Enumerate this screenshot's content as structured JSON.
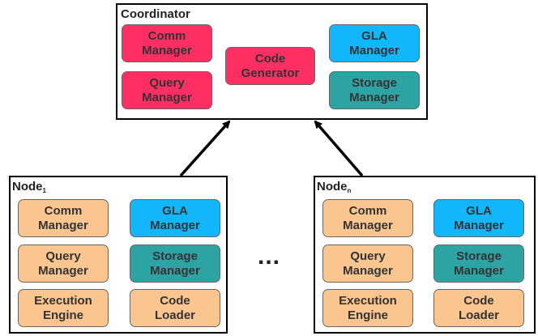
{
  "colors": {
    "red": "#ff2e63",
    "blue": "#11b6fb",
    "teal": "#2ea3a3",
    "orange": "#fbc590"
  },
  "coordinator": {
    "title": "Coordinator",
    "comm_manager": "Comm\nManager",
    "query_manager": "Query\nManager",
    "code_generator": "Code\nGenerator",
    "gla_manager": "GLA\nManager",
    "storage_manager": "Storage\nManager"
  },
  "node1": {
    "title": "Node",
    "subscript": "1",
    "comm_manager": "Comm\nManager",
    "gla_manager": "GLA\nManager",
    "query_manager": "Query\nManager",
    "storage_manager": "Storage\nManager",
    "execution_engine": "Execution\nEngine",
    "code_loader": "Code\nLoader"
  },
  "noden": {
    "title": "Node",
    "subscript": "n",
    "comm_manager": "Comm\nManager",
    "gla_manager": "GLA\nManager",
    "query_manager": "Query\nManager",
    "storage_manager": "Storage\nManager",
    "execution_engine": "Execution\nEngine",
    "code_loader": "Code\nLoader"
  },
  "ellipsis": "..."
}
